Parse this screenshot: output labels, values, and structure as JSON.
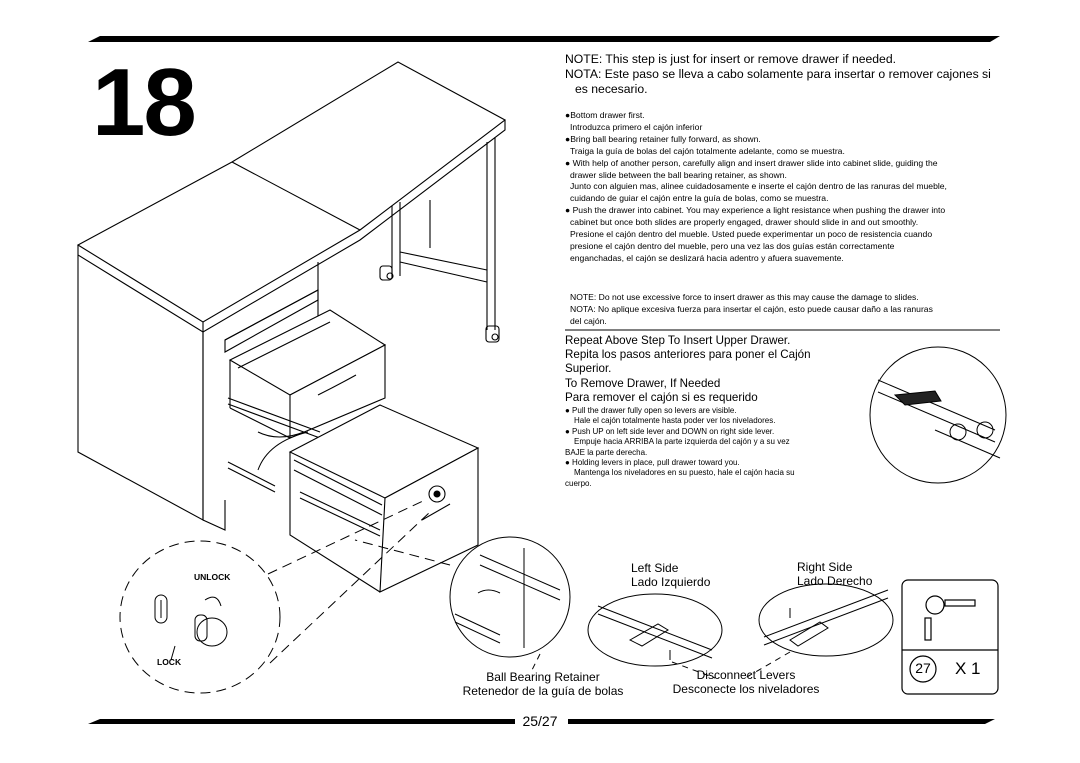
{
  "step_number": "18",
  "page": "25/27",
  "note": {
    "en": "NOTE: This step is just for insert or remove drawer if needed.",
    "es_line1": "NOTA: Este paso se lleva a cabo solamente para insertar o remover cajones si",
    "es_line2": "es necesario."
  },
  "instructions": [
    {
      "lines": [
        "●Bottom drawer first.",
        "Introduzca primero el cajón inferior"
      ]
    },
    {
      "lines": [
        "●Bring ball bearing retainer fully forward, as shown.",
        "Traiga la guía de bolas del cajón totalmente adelante, como se muestra."
      ]
    },
    {
      "lines": [
        "● With help of another person, carefully align and insert drawer slide into cabinet slide, guiding the",
        "drawer slide between the ball bearing retainer, as shown.",
        "Junto con alguien mas, alinee cuidadosamente e inserte el cajón dentro de las ranuras del mueble,",
        "cuidando de guiar el cajón entre la guía de bolas, como se muestra."
      ]
    },
    {
      "lines": [
        "● Push the drawer into cabinet. You may experience a light resistance when pushing the drawer into",
        "cabinet but once both slides are properly engaged, drawer should slide in and out smoothly.",
        "Presione el cajón dentro del mueble. Usted puede experimentar un poco de resistencia cuando",
        "presione el cajón dentro del mueble, pero una vez las dos guías están correctamente",
        "enganchadas, el cajón se deslizará hacia adentro y afuera suavemente."
      ]
    }
  ],
  "warning": {
    "en": "NOTE: Do not use excessive force to insert drawer as this may cause the damage to slides.",
    "es_line1": "NOTA: No aplique excesiva  fuerza para insertar el cajón, esto puede causar daño a las ranuras",
    "es_line2": "del cajón."
  },
  "repeat": {
    "line1": "Repeat Above Step To Insert Upper Drawer.",
    "line2": "Repita los pasos anteriores para poner el Cajón",
    "line3": "Superior.",
    "line4": "To Remove Drawer, If Needed",
    "line5": "Para remover el cajón si es requerido"
  },
  "remove_steps": [
    "●  Pull the drawer fully open so levers are visible.",
    "Hale el cajón totalmente hasta poder ver los niveladores.",
    "●  Push UP on left side lever and DOWN on right side lever.",
    "Empuje hacia ARRIBA la parte izquierda del cajón y a su vez",
    "BAJE la parte derecha.",
    "●  Holding levers in place, pull drawer toward you.",
    "Mantenga los niveladores en su puesto, hale el cajón hacia su",
    "cuerpo."
  ],
  "labels": {
    "left_side": "Left Side",
    "lado_izquierdo": "Lado Izquierdo",
    "right_side": "Right Side",
    "lado_derecho": "Lado Derecho",
    "ball_bearing": "Ball Bearing Retainer",
    "retenedor": "Retenedor de la guía de bolas",
    "disconnect": "Disconnect Levers",
    "desconecte": "Desconecte los niveladores",
    "unlock": "UNLOCK",
    "lock": "LOCK",
    "part_number": "27",
    "quantity": "X 1"
  }
}
